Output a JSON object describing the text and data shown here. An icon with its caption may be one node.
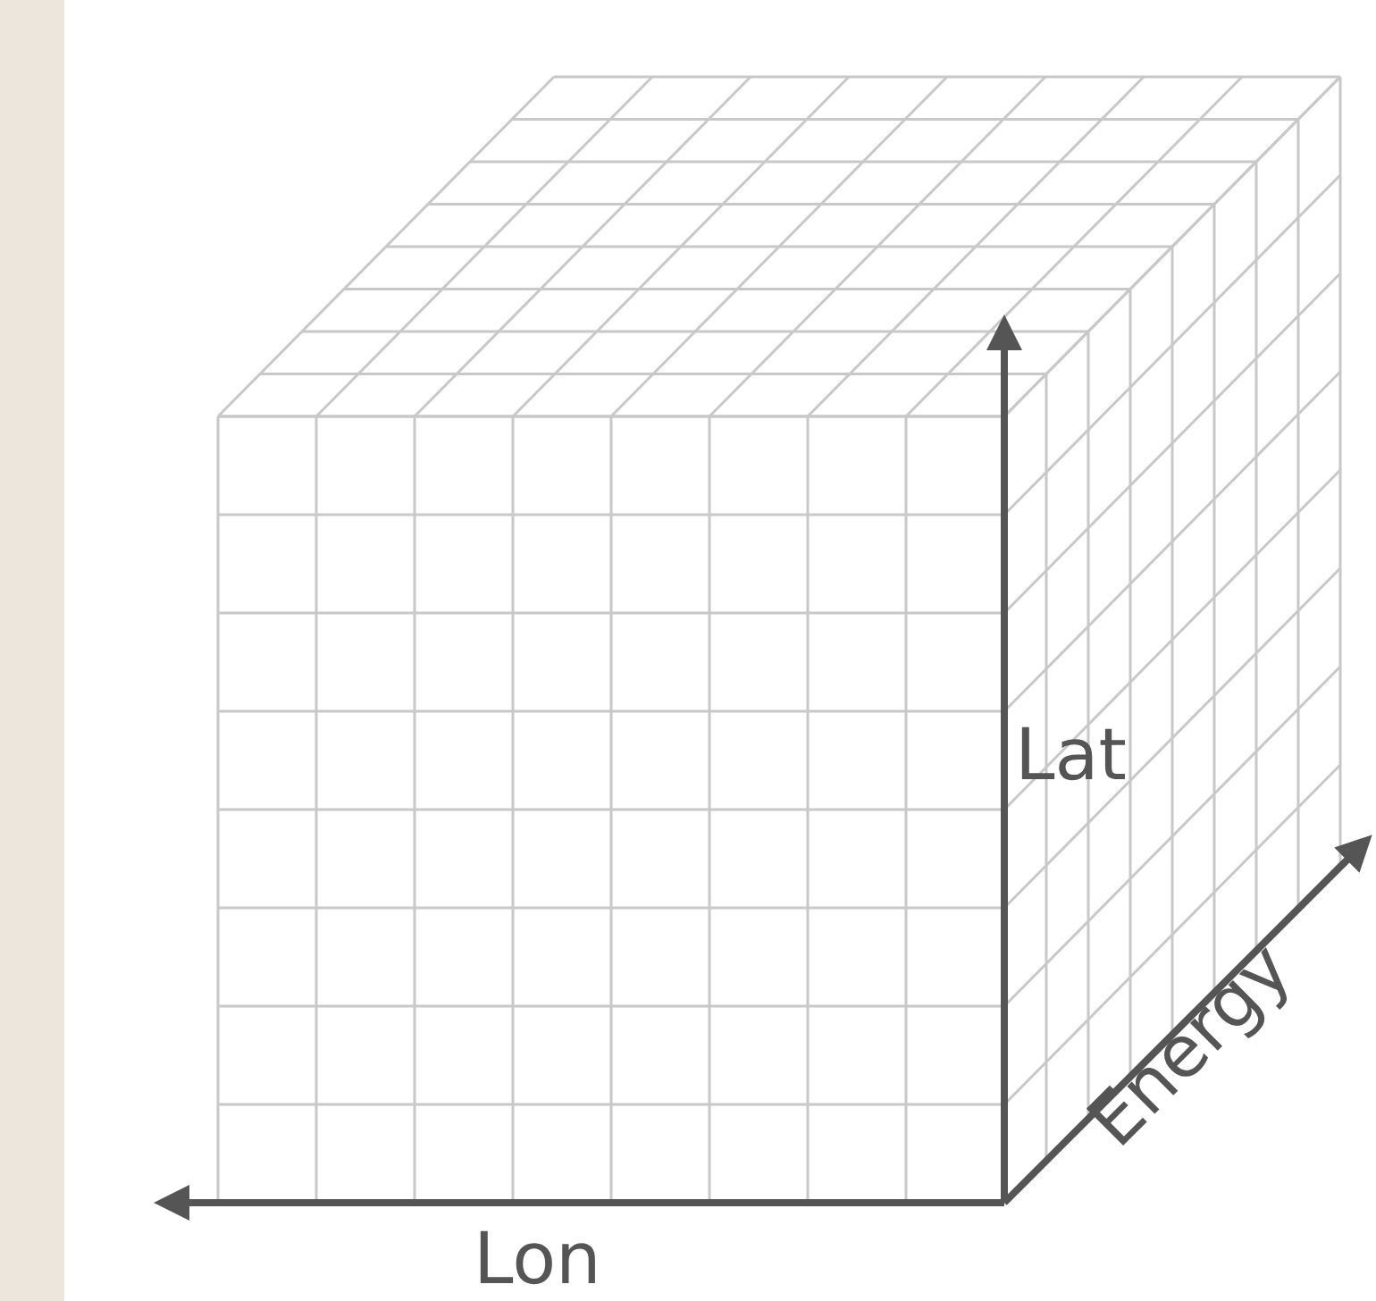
{
  "diagram": {
    "labels": [
      "Lat",
      "Energy",
      "Lon"
    ]
  }
}
